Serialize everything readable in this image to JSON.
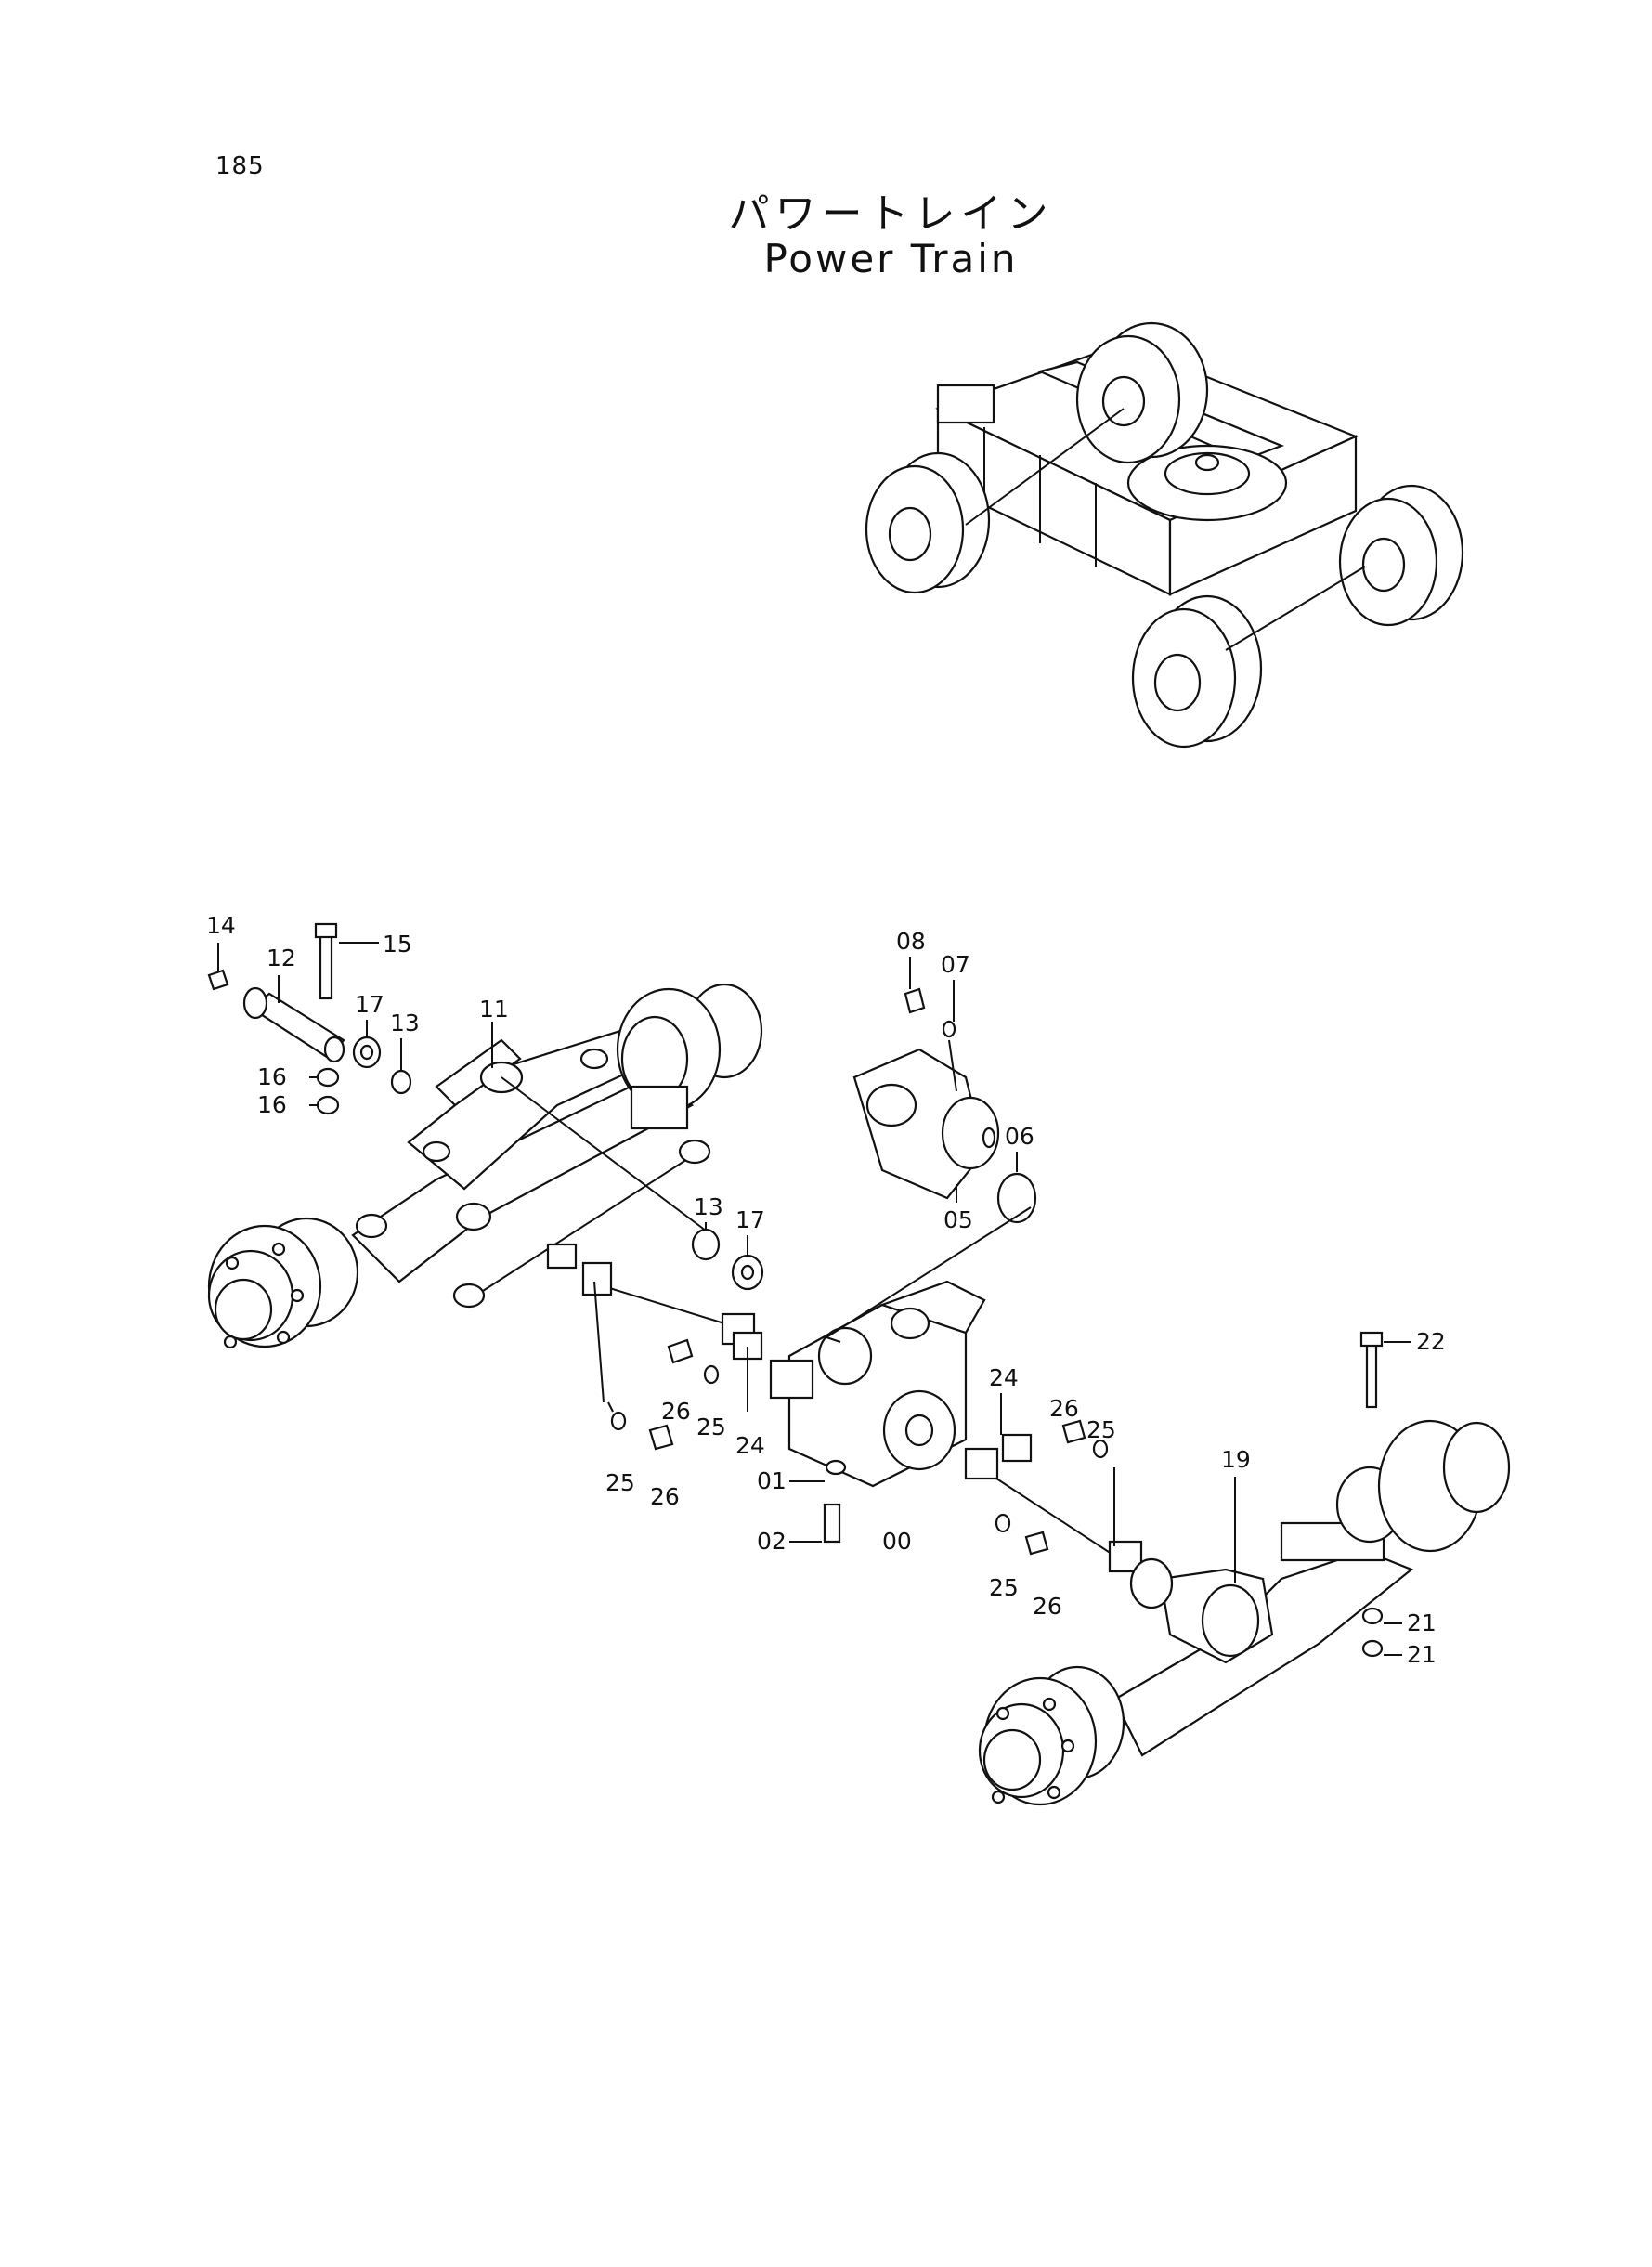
{
  "page_number": "185",
  "title_jp": "パワートレイン",
  "title_en": "Power Train",
  "callouts": {
    "c00": "00",
    "c01": "01",
    "c02": "02",
    "c05": "05",
    "c06": "06",
    "c07": "07",
    "c08": "08",
    "c11": "11",
    "c12": "12",
    "c13a": "13",
    "c13b": "13",
    "c14": "14",
    "c15": "15",
    "c16a": "16",
    "c16b": "16",
    "c17a": "17",
    "c17b": "17",
    "c19": "19",
    "c21a": "21",
    "c21b": "21",
    "c22": "22",
    "c24a": "24",
    "c24b": "24",
    "c25a": "25",
    "c25b": "25",
    "c25c": "25",
    "c25d": "25",
    "c26a": "26",
    "c26b": "26",
    "c26c": "26",
    "c26d": "26"
  }
}
